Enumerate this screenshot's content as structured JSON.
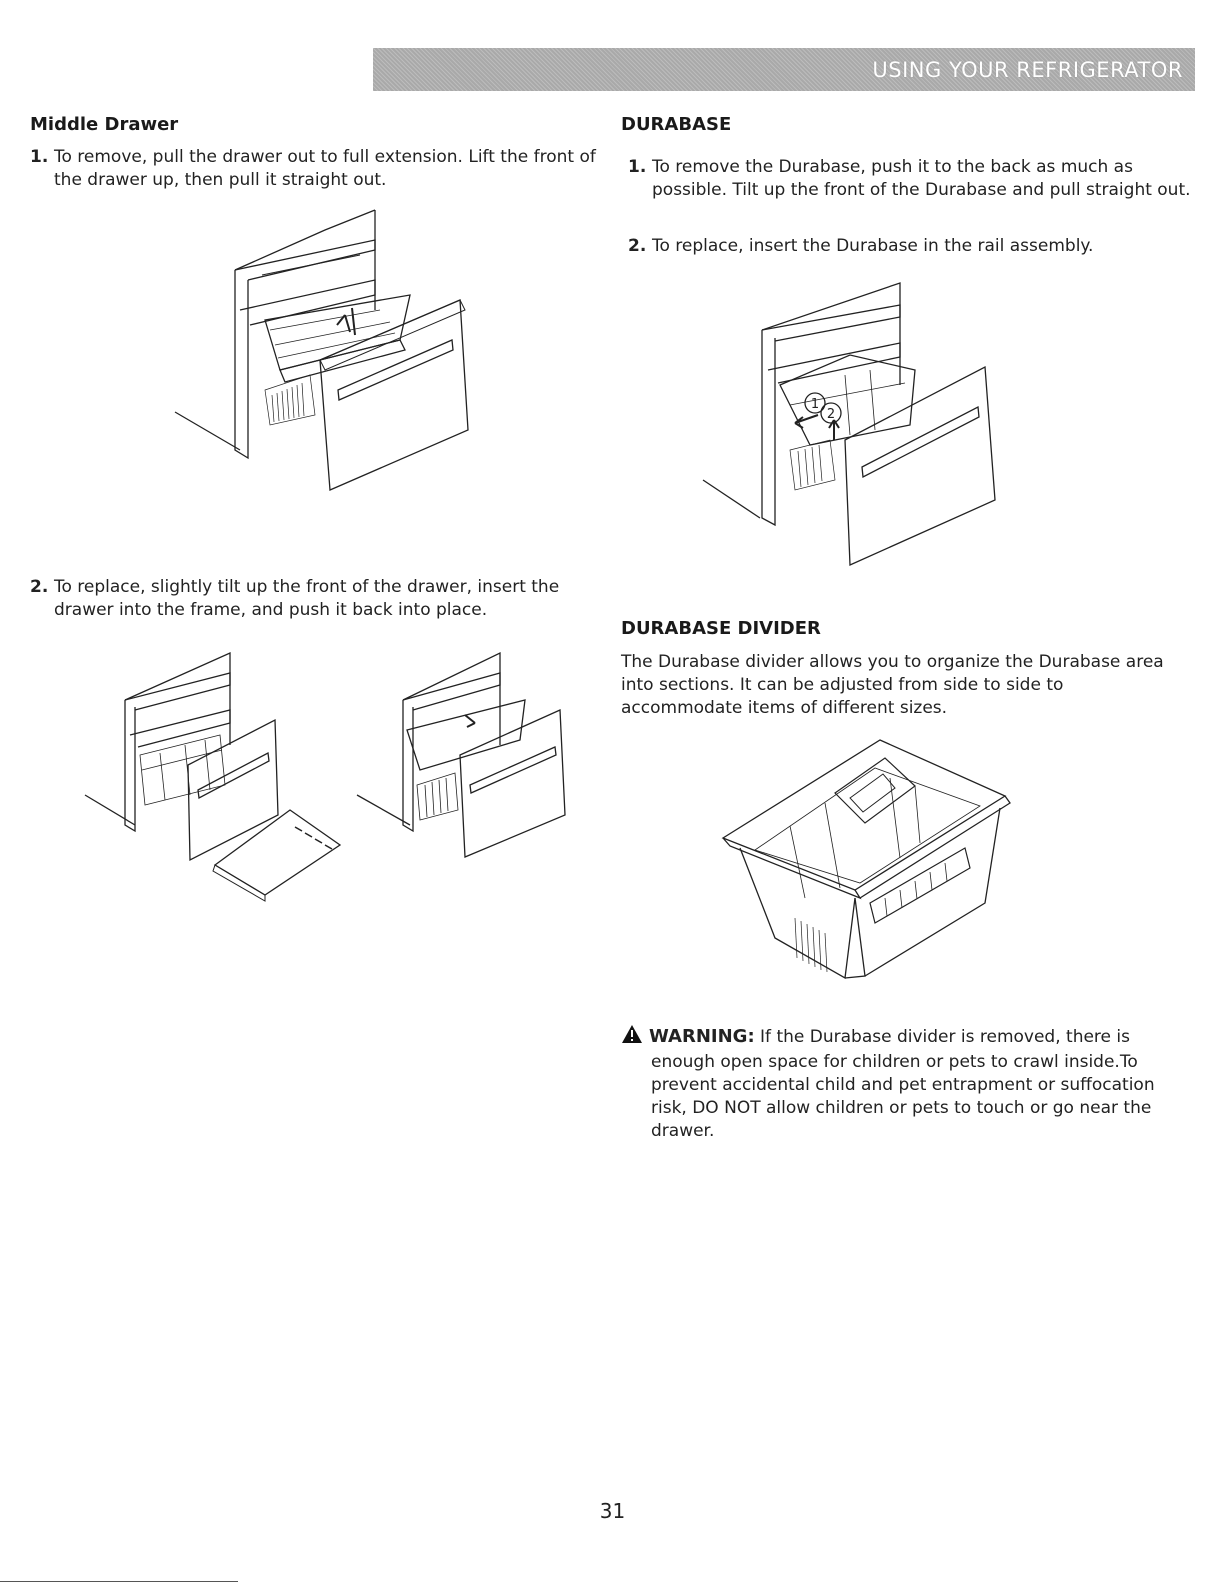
{
  "header": {
    "title": "USING YOUR REFRIGERATOR"
  },
  "middle_drawer": {
    "heading": "Middle Drawer",
    "step1": {
      "num": "1.",
      "text": "To remove, pull the drawer out to full extension. Lift the front of the drawer up, then pull it straight out."
    },
    "step2": {
      "num": "2.",
      "text": "To replace, slightly tilt up the front of the drawer, insert the drawer into the frame, and push it back into place."
    }
  },
  "durabase": {
    "heading": "DURABASE",
    "step1": {
      "num": "1.",
      "text": "To remove the Durabase, push it to the back as much as possible. Tilt up the front of the Durabase and pull straight out."
    },
    "step2": {
      "num": "2.",
      "text": "To replace, insert the Durabase in the rail assembly."
    },
    "figure": {
      "callout1": "1",
      "callout2": "2"
    }
  },
  "divider": {
    "heading": "DURABASE DIVIDER",
    "text": "The Durabase divider allows you to organize the Durabase area into sections. It can be adjusted from side to side to accommodate items of different sizes."
  },
  "warning": {
    "label": "WARNING:",
    "text": "If the Durabase divider is removed, there is enough open space for children or pets to crawl inside.To prevent accidental child and pet entrapment or suffocation risk, DO NOT allow children or pets to touch or go near the drawer."
  },
  "page_number": "31"
}
